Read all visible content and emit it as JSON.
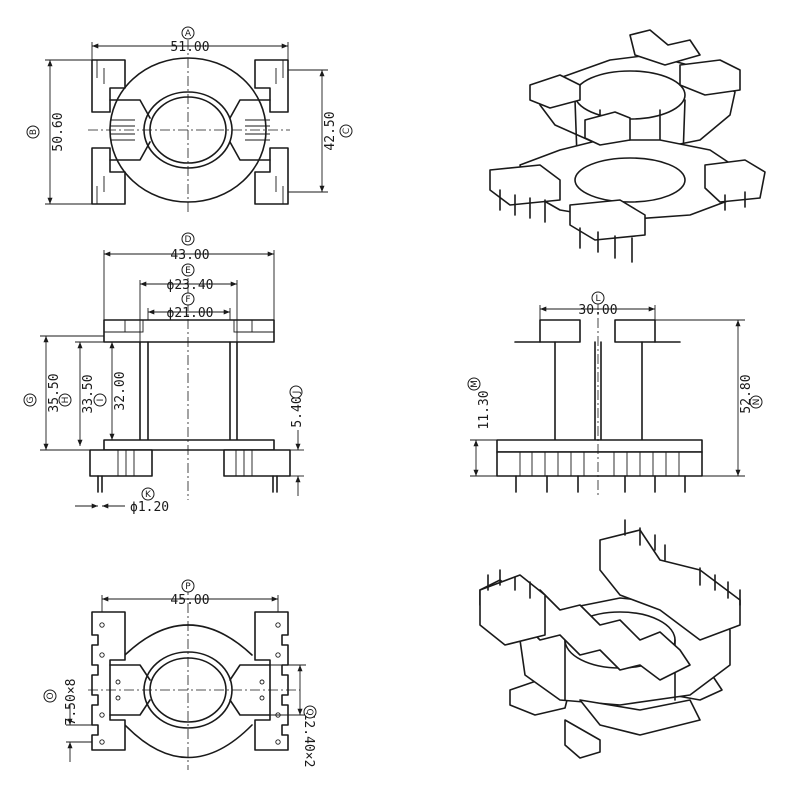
{
  "colors": {
    "line": "#1a1a1a",
    "background": "#ffffff"
  },
  "top_view": {
    "dims": {
      "A": {
        "letter": "A",
        "value": "51.00"
      },
      "B": {
        "letter": "B",
        "value": "50.60"
      },
      "C": {
        "letter": "C",
        "value": "42.50"
      }
    }
  },
  "front_view": {
    "dims": {
      "D": {
        "letter": "D",
        "value": "43.00"
      },
      "E": {
        "letter": "E",
        "value": "ϕ23.40"
      },
      "F": {
        "letter": "F",
        "value": "ϕ21.00"
      },
      "G": {
        "letter": "G",
        "value": "35.50"
      },
      "H": {
        "letter": "H",
        "value": "33.50"
      },
      "I": {
        "letter": "I",
        "value": "32.00"
      },
      "J": {
        "letter": "J",
        "value": "5.40"
      },
      "K": {
        "letter": "K",
        "value": "ϕ1.20"
      }
    }
  },
  "side_view": {
    "dims": {
      "L": {
        "letter": "L",
        "value": "30.00"
      },
      "M": {
        "letter": "M",
        "value": "11.30"
      },
      "N": {
        "letter": "N",
        "value": "52.80"
      }
    }
  },
  "bottom_view": {
    "dims": {
      "P": {
        "letter": "P",
        "value": "45.00"
      },
      "O": {
        "letter": "O",
        "value": "7.50×8"
      },
      "Q": {
        "letter": "Q",
        "value": "12.40×2"
      }
    }
  }
}
